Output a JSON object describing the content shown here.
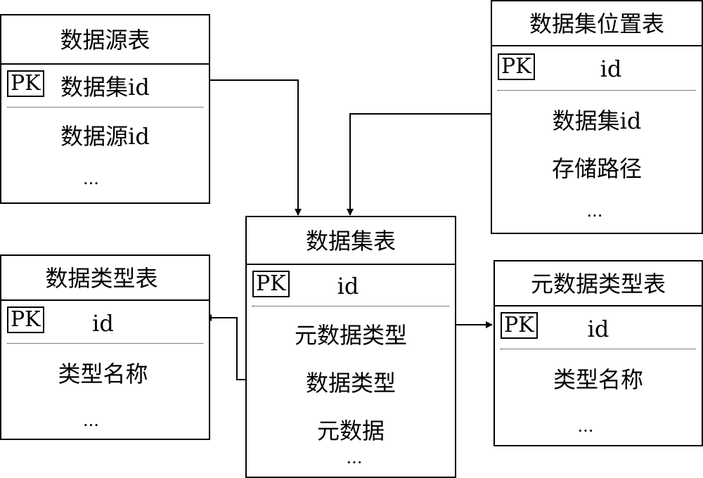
{
  "tables": {
    "datasource": {
      "title": "数据源表",
      "pk_tag": "PK",
      "pk_field": "数据集id",
      "fields": [
        "数据源id",
        "..."
      ]
    },
    "location": {
      "title": "数据集位置表",
      "pk_tag": "PK",
      "pk_field": "id",
      "fields": [
        "数据集id",
        "存储路径",
        "..."
      ]
    },
    "dataset": {
      "title": "数据集表",
      "pk_tag": "PK",
      "pk_field": "id",
      "fields": [
        "元数据类型",
        "数据类型",
        "元数据",
        "..."
      ]
    },
    "datatype": {
      "title": "数据类型表",
      "pk_tag": "PK",
      "pk_field": "id",
      "fields": [
        "类型名称",
        "..."
      ]
    },
    "metatype": {
      "title": "元数据类型表",
      "pk_tag": "PK",
      "pk_field": "id",
      "fields": [
        "类型名称",
        "..."
      ]
    }
  }
}
